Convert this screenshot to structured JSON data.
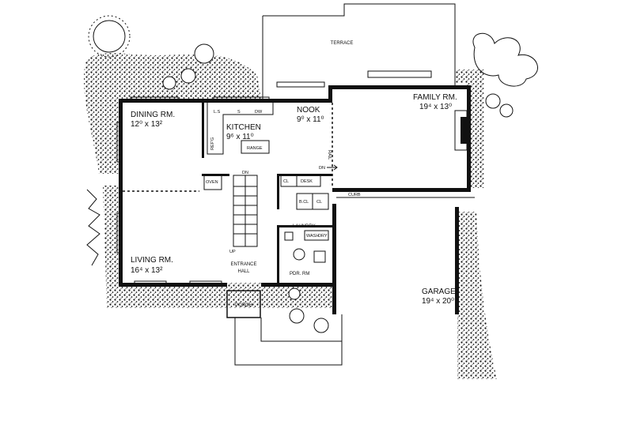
{
  "rooms": {
    "terrace": "TERRACE",
    "dining": {
      "name": "DINING RM.",
      "size": "12⁰ x 13²"
    },
    "kitchen": {
      "name": "KITCHEN",
      "size": "9⁶ x 11⁰"
    },
    "nook": {
      "name": "NOOK",
      "size": "9⁰ x 11⁰"
    },
    "family": {
      "name": "FAMILY RM.",
      "size": "19⁴ x 13⁰"
    },
    "living": {
      "name": "LIVING RM.",
      "size": "16⁴ x 13²"
    },
    "entrance": {
      "line1": "ENTRANCE",
      "line2": "HALL"
    },
    "laundry": "LAUNDRY",
    "powder": "PDR. RM",
    "porch": "PORCH",
    "garage": {
      "name": "GARAGE",
      "size": "19⁴ x 20⁰"
    }
  },
  "fixtures": {
    "range": "RANGE",
    "oven": "OVEN",
    "refrigerator": "REF'G",
    "ls": "L.S",
    "sink": "S",
    "dishwasher": "DW",
    "desk": "DESK",
    "closet_a": "CL",
    "closet_b": "CL",
    "broom_closet": "B.CL",
    "washer": "WASH",
    "dryer": "DRY",
    "rail": "RAIL",
    "curb": "CURB",
    "stair_down": "DN",
    "stair_up": "UP",
    "nook_down": "DN"
  }
}
